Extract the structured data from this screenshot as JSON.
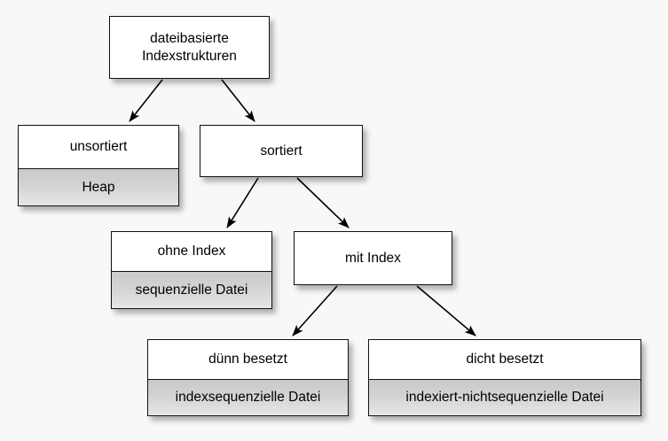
{
  "diagram": {
    "type": "tree",
    "title": "dateibasierte Indexstrukturen",
    "background_color": "#f8f8f8",
    "node_fill_color": "#ffffff",
    "node_sub_fill_color": "#d3d3d3",
    "node_border_color": "#111111",
    "edge_color": "#000000",
    "nodes": [
      {
        "id": "root",
        "label": "dateibasierte\nIndexstrukturen",
        "sublabel": null
      },
      {
        "id": "unsortiert",
        "label": "unsortiert",
        "sublabel": "Heap"
      },
      {
        "id": "sortiert",
        "label": "sortiert",
        "sublabel": null
      },
      {
        "id": "ohne-index",
        "label": "ohne Index",
        "sublabel": "sequenzielle Datei"
      },
      {
        "id": "mit-index",
        "label": "mit Index",
        "sublabel": null
      },
      {
        "id": "duenn-besetzt",
        "label": "dünn besetzt",
        "sublabel": "indexsequenzielle Datei"
      },
      {
        "id": "dicht-besetzt",
        "label": "dicht besetzt",
        "sublabel": "indexiert-nichtsequenzielle Datei"
      }
    ],
    "edges": [
      {
        "from": "root",
        "to": "unsortiert"
      },
      {
        "from": "root",
        "to": "sortiert"
      },
      {
        "from": "sortiert",
        "to": "ohne-index"
      },
      {
        "from": "sortiert",
        "to": "mit-index"
      },
      {
        "from": "mit-index",
        "to": "duenn-besetzt"
      },
      {
        "from": "mit-index",
        "to": "dicht-besetzt"
      }
    ]
  }
}
